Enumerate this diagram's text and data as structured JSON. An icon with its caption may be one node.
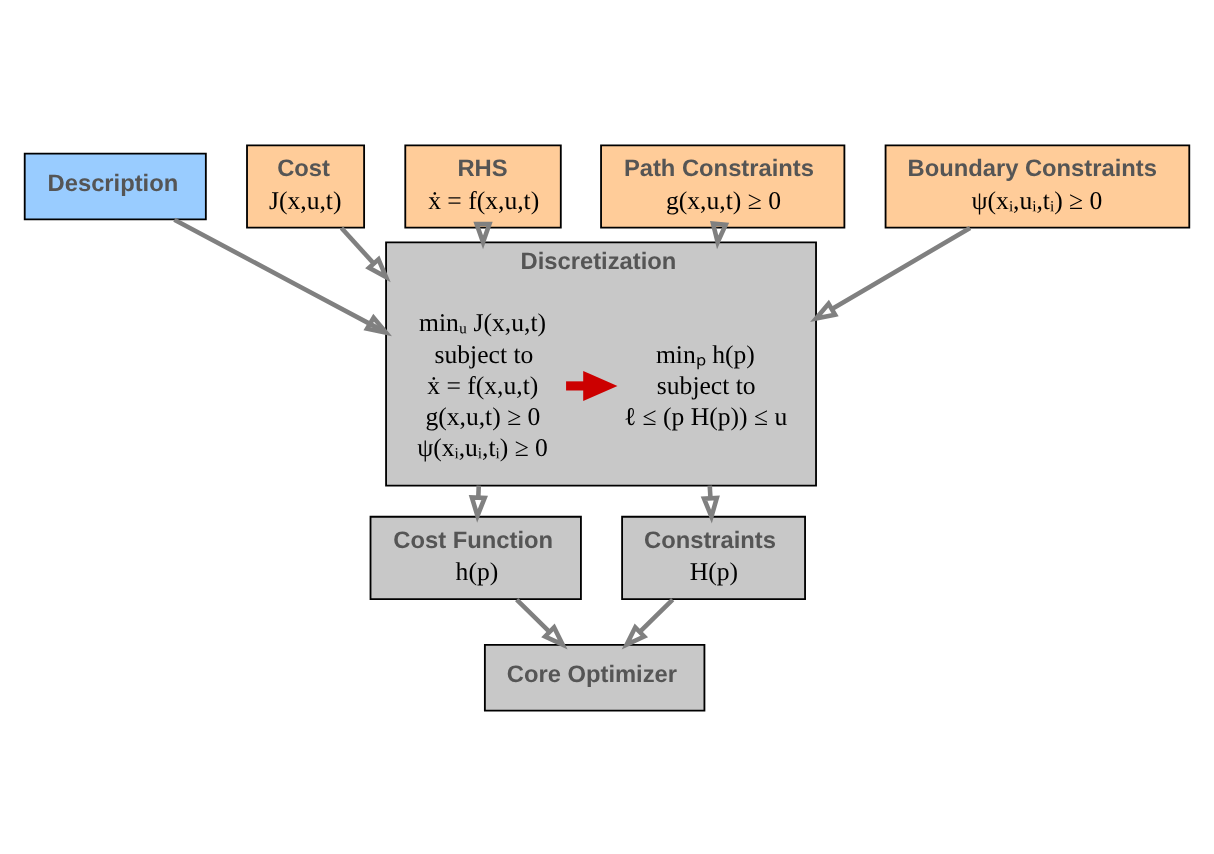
{
  "diagram": {
    "nodes": [
      {
        "text": [
          "Description"
        ]
      },
      {
        "text": [
          "Cost",
          "J(x,u,t)"
        ]
      },
      {
        "text": [
          "RHS",
          "ẋ = f(x,u,t)"
        ]
      },
      {
        "text": [
          "Path Constraints",
          "g(x,u,t) ≥ 0"
        ]
      },
      {
        "text": [
          "Boundary Constraints",
          "ψ(xᵢ,uᵢ,tᵢ) ≥ 0"
        ]
      },
      {
        "text": [
          "Discretization"
        ]
      },
      {
        "text": [
          "minᵤ J(x,u,t)",
          "subject to",
          "ẋ = f(x,u,t)",
          "g(x,u,t) ≥ 0",
          "ψ(xᵢ,uᵢ,tᵢ) ≥ 0"
        ],
        "in": 5
      },
      {
        "text": [
          "minₚ h(p)",
          "subject to",
          "ℓ ≤ (p H(p)) ≤ u"
        ],
        "in": 5
      },
      {
        "text": [
          "Cost Function",
          "h(p)"
        ]
      },
      {
        "text": [
          "Constraints",
          "H(p)"
        ]
      },
      {
        "text": [
          "Core Optimizer"
        ]
      }
    ],
    "edges": [
      {
        "from": 0,
        "to": 5,
        "arrow": "to"
      },
      {
        "from": 1,
        "to": 5,
        "arrow": "to"
      },
      {
        "from": 2,
        "to": 5,
        "arrow": "to"
      },
      {
        "from": 3,
        "to": 5,
        "arrow": "to"
      },
      {
        "from": 4,
        "to": 5,
        "arrow": "to"
      },
      {
        "from": 6,
        "to": 7,
        "arrow": "to",
        "style": "thick",
        "color": "#cc0000"
      },
      {
        "from": 5,
        "to": 8,
        "arrow": "to"
      },
      {
        "from": 5,
        "to": 9,
        "arrow": "to"
      },
      {
        "from": 8,
        "to": 10,
        "arrow": "to"
      },
      {
        "from": 9,
        "to": 10,
        "arrow": "to"
      }
    ]
  }
}
